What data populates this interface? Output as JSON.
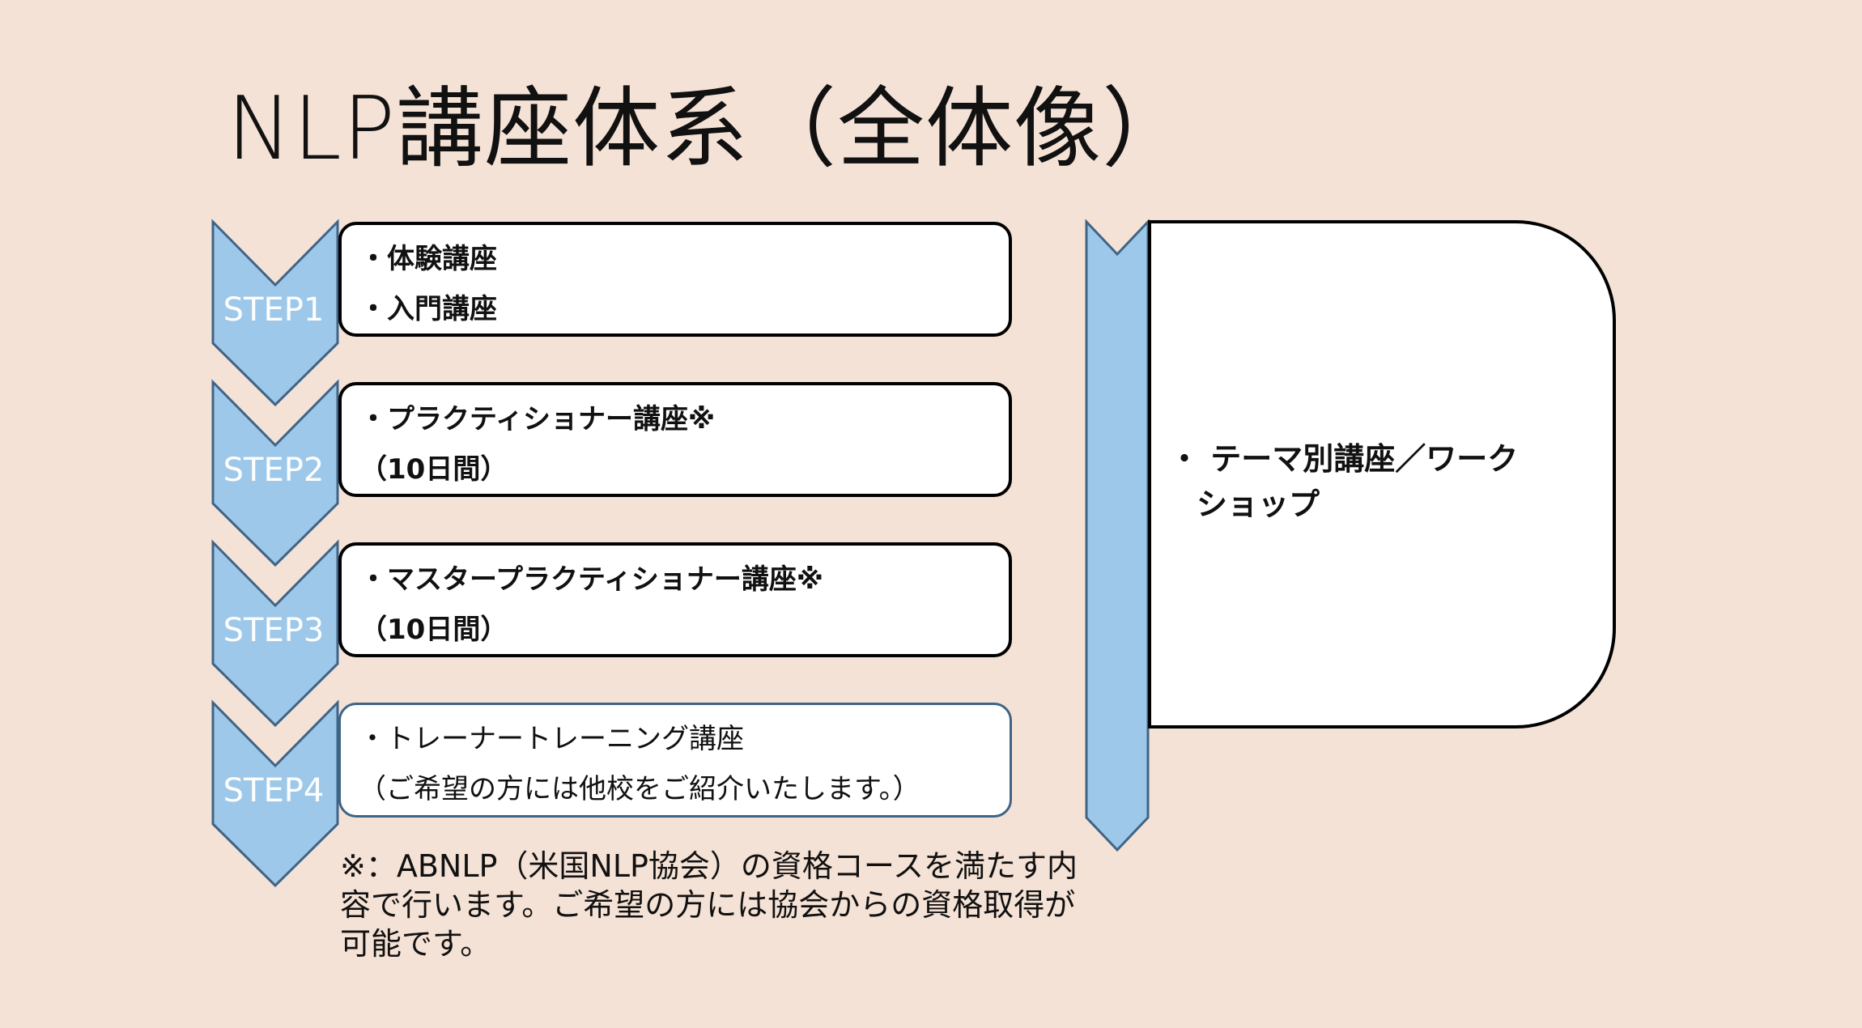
{
  "title": "NLP講座体系（全体像）",
  "colors": {
    "background": "#f5e2d6",
    "chevron_fill": "#9ec8e9",
    "chevron_stroke": "#3f6486",
    "box_fill": "#ffffff"
  },
  "steps": [
    {
      "label": "STEP1",
      "lines": [
        "・体験講座",
        "・入門講座"
      ]
    },
    {
      "label": "STEP2",
      "lines": [
        "・プラクティショナー講座※",
        "（10日間）"
      ]
    },
    {
      "label": "STEP3",
      "lines": [
        "・マスタープラクティショナー講座※",
        "（10日間）"
      ]
    },
    {
      "label": "STEP4",
      "lines": [
        "・トレーナートレーニング講座",
        "（ご希望の方には他校をご紹介いたします。）"
      ]
    }
  ],
  "side": {
    "lines": [
      "・ テーマ別講座／ワーク",
      "ショップ"
    ]
  },
  "note": {
    "lines": [
      "※：ABNLP（米国NLP協会）の資格コースを満たす内",
      "容で行います。ご希望の方には協会からの資格取得が",
      "可能です。"
    ]
  }
}
